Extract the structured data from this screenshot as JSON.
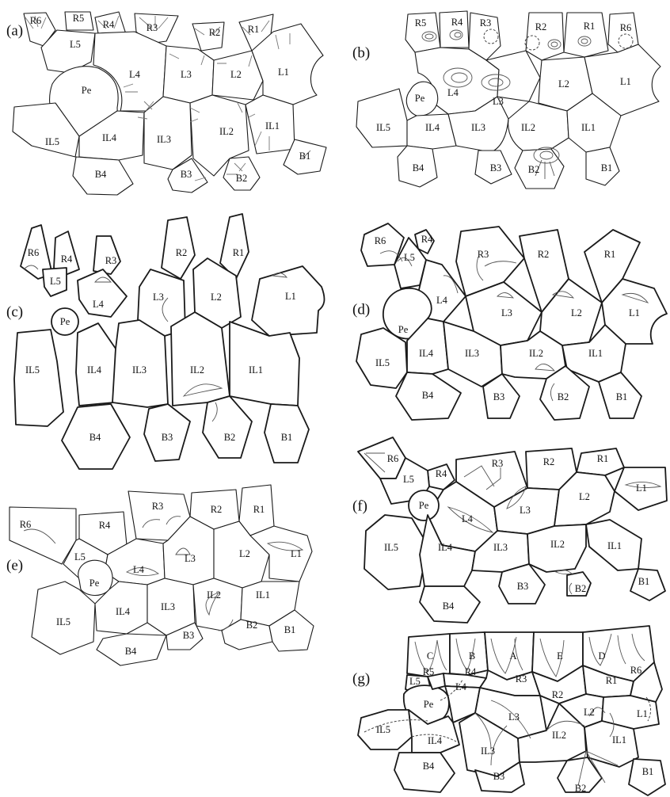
{
  "panels": [
    {
      "id": "a",
      "label": "(a)",
      "plates": {
        "R6": "R6",
        "R5": "R5",
        "R4": "R4",
        "R3": "R3",
        "R2": "R2",
        "R1": "R1",
        "L5": "L5",
        "L4": "L4",
        "L3": "L3",
        "L2": "L2",
        "L1": "L1",
        "Pe": "Pe",
        "IL5": "IL5",
        "IL4": "IL4",
        "IL3": "IL3",
        "IL2": "IL2",
        "IL1": "IL1",
        "B4": "B4",
        "B3": "B3",
        "B2": "B2",
        "B1": "B1"
      }
    },
    {
      "id": "b",
      "label": "(b)",
      "plates": {
        "R5": "R5",
        "R4": "R4",
        "R3": "R3",
        "R2": "R2",
        "R1": "R1",
        "R6": "R6",
        "L4": "L4",
        "L3": "L3",
        "L2": "L2",
        "L1": "L1",
        "Pe": "Pe",
        "IL5": "IL5",
        "IL4": "IL4",
        "IL3": "IL3",
        "IL2": "IL2",
        "IL1": "IL1",
        "B4": "B4",
        "B3": "B3",
        "B2": "B2",
        "B1": "B1"
      }
    },
    {
      "id": "c",
      "label": "(c)",
      "plates": {
        "R6": "R6",
        "R4": "R4",
        "R3": "R3",
        "R2": "R2",
        "R1": "R1",
        "L5": "L5",
        "L4": "L4",
        "L3": "L3",
        "L2": "L2",
        "L1": "L1",
        "Pe": "Pe",
        "IL5": "IL5",
        "IL4": "IL4",
        "IL3": "IL3",
        "IL2": "IL2",
        "IL1": "IL1",
        "B4": "B4",
        "B3": "B3",
        "B2": "B2",
        "B1": "B1"
      }
    },
    {
      "id": "d",
      "label": "(d)",
      "plates": {
        "R6": "R6",
        "R4": "R4",
        "R3": "R3",
        "R2": "R2",
        "R1": "R1",
        "L5": "L5",
        "L4": "L4",
        "L3": "L3",
        "L2": "L2",
        "L1": "L1",
        "Pe": "Pe",
        "IL5": "IL5",
        "IL4": "IL4",
        "IL3": "IL3",
        "IL2": "IL2",
        "IL1": "IL1",
        "B4": "B4",
        "B3": "B3",
        "B2": "B2",
        "B1": "B1"
      }
    },
    {
      "id": "e",
      "label": "(e)",
      "plates": {
        "R6": "R6",
        "R4": "R4",
        "R3": "R3",
        "R2": "R2",
        "R1": "R1",
        "L5": "L5",
        "L4": "L4",
        "L3": "L3",
        "L2": "L2",
        "L1": "L1",
        "Pe": "Pe",
        "IL5": "IL5",
        "IL4": "IL4",
        "IL3": "IL3",
        "IL2": "IL2",
        "IL1": "IL1",
        "B4": "B4",
        "B3": "B3",
        "B2": "B2",
        "B1": "B1"
      }
    },
    {
      "id": "f",
      "label": "(f)",
      "plates": {
        "R6": "R6",
        "R4": "R4",
        "R3": "R3",
        "R2": "R2",
        "R1": "R1",
        "L5": "L5",
        "L4": "L4",
        "L3": "L3",
        "L2": "L2",
        "L1": "L1",
        "Pe": "Pe",
        "IL5": "IL5",
        "IL4": "IL4",
        "IL3": "IL3",
        "IL2": "IL2",
        "IL1": "IL1",
        "B4": "B4",
        "B3": "B3",
        "B2": "B2",
        "B1": "B1"
      }
    },
    {
      "id": "g",
      "label": "(g)",
      "plates": {
        "C": "C",
        "B": "B",
        "A": "A",
        "E": "E",
        "D": "D",
        "R5": "R5",
        "R4": "R4",
        "R3": "R3",
        "R2": "R2",
        "R1": "R1",
        "R6": "R6",
        "L5": "L5",
        "L4": "L4",
        "L3": "L3",
        "L2": "L2",
        "L1": "L1",
        "Pe": "Pe",
        "IL5": "IL5",
        "IL4": "IL4",
        "IL3": "IL3",
        "IL2": "IL2",
        "IL1": "IL1",
        "B4": "B4",
        "B3": "B3",
        "B2": "B2",
        "B1": "B1"
      }
    }
  ]
}
